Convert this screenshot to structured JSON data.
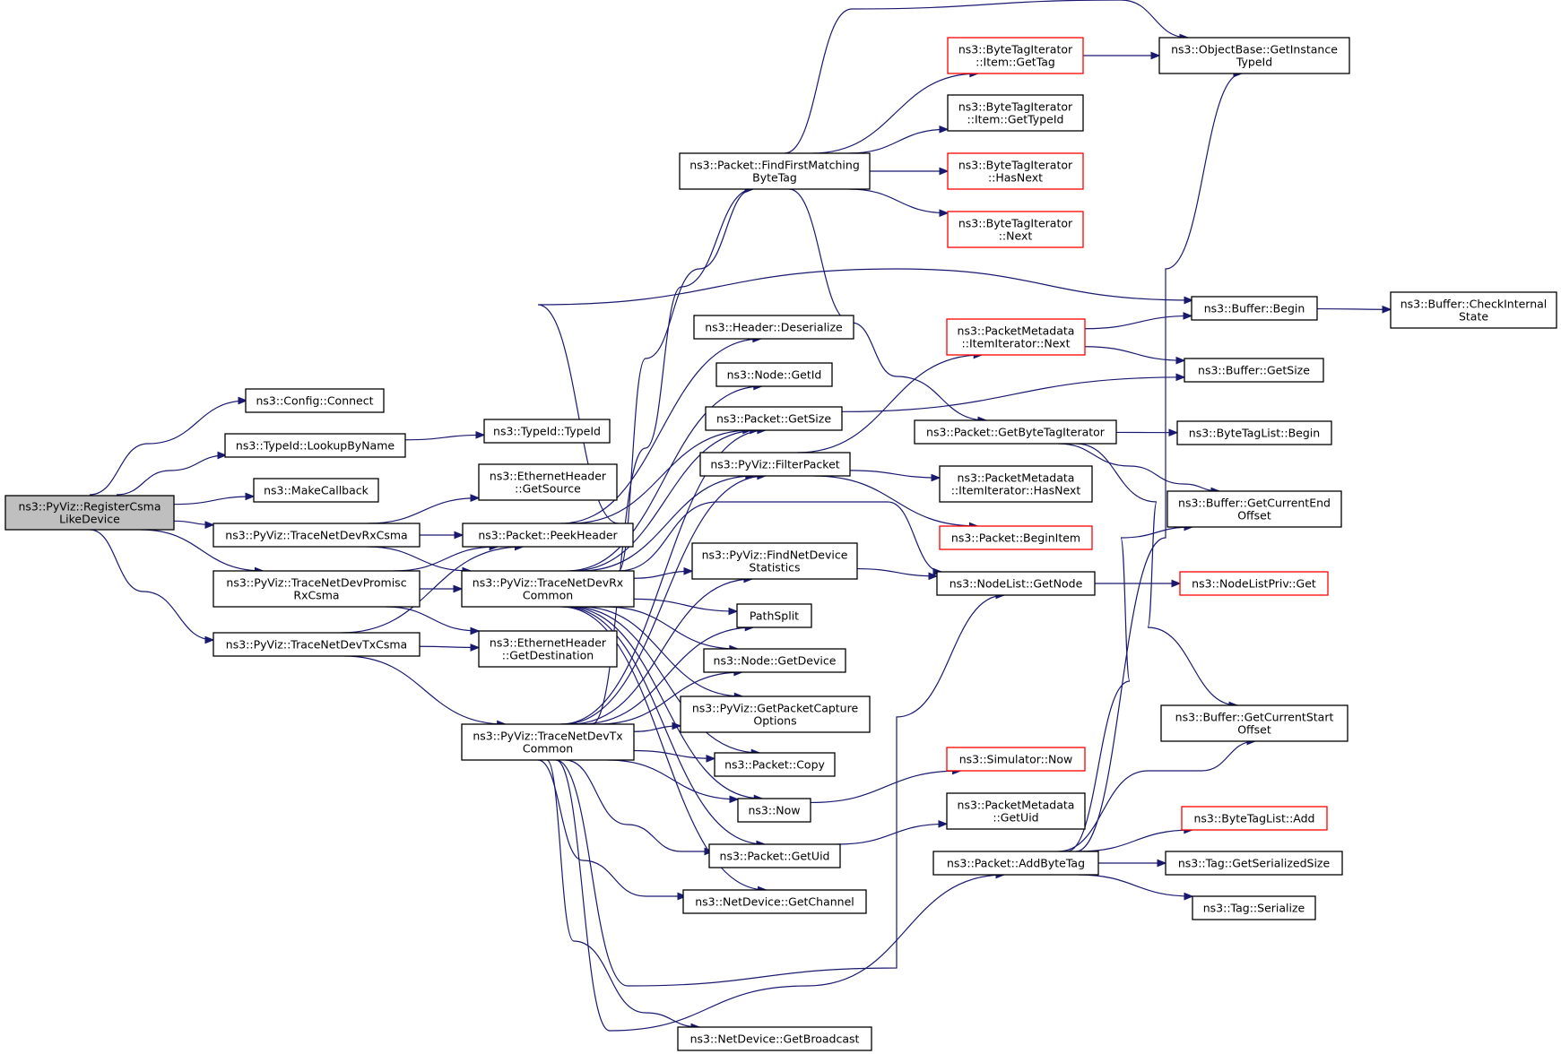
{
  "colors": {
    "edge": "#191970",
    "root_fill": "#bfbfbf",
    "normal_border": "#000000",
    "red_border": "#ff0000",
    "fill": "#ffffff"
  },
  "nodes": {
    "root": {
      "lines": [
        "ns3::PyViz::RegisterCsma",
        "LikeDevice"
      ],
      "style": "root"
    },
    "connect": {
      "lines": [
        "ns3::Config::Connect"
      ],
      "style": "normal"
    },
    "lookup": {
      "lines": [
        "ns3::TypeId::LookupByName"
      ],
      "style": "normal"
    },
    "makecb": {
      "lines": [
        "ns3::MakeCallback"
      ],
      "style": "normal"
    },
    "rxcsma": {
      "lines": [
        "ns3::PyViz::TraceNetDevRxCsma"
      ],
      "style": "normal"
    },
    "promisc": {
      "lines": [
        "ns3::PyViz::TraceNetDevPromisc",
        "RxCsma"
      ],
      "style": "normal"
    },
    "txcsma": {
      "lines": [
        "ns3::PyViz::TraceNetDevTxCsma"
      ],
      "style": "normal"
    },
    "typeid": {
      "lines": [
        "ns3::TypeId::TypeId"
      ],
      "style": "normal"
    },
    "ethsrc": {
      "lines": [
        "ns3::EthernetHeader",
        "::GetSource"
      ],
      "style": "normal"
    },
    "peek": {
      "lines": [
        "ns3::Packet::PeekHeader"
      ],
      "style": "normal"
    },
    "rxcommon": {
      "lines": [
        "ns3::PyViz::TraceNetDevRx",
        "Common"
      ],
      "style": "normal"
    },
    "ethdst": {
      "lines": [
        "ns3::EthernetHeader",
        "::GetDestination"
      ],
      "style": "normal"
    },
    "txcommon": {
      "lines": [
        "ns3::PyViz::TraceNetDevTx",
        "Common"
      ],
      "style": "normal"
    },
    "findfirst": {
      "lines": [
        "ns3::Packet::FindFirstMatching",
        "ByteTag"
      ],
      "style": "normal"
    },
    "deser": {
      "lines": [
        "ns3::Header::Deserialize"
      ],
      "style": "normal"
    },
    "nodegetid": {
      "lines": [
        "ns3::Node::GetId"
      ],
      "style": "normal"
    },
    "pktsize": {
      "lines": [
        "ns3::Packet::GetSize"
      ],
      "style": "normal"
    },
    "filter": {
      "lines": [
        "ns3::PyViz::FilterPacket"
      ],
      "style": "normal"
    },
    "findstats": {
      "lines": [
        "ns3::PyViz::FindNetDevice",
        "Statistics"
      ],
      "style": "normal"
    },
    "pathsplit": {
      "lines": [
        "PathSplit"
      ],
      "style": "normal"
    },
    "getdevice": {
      "lines": [
        "ns3::Node::GetDevice"
      ],
      "style": "normal"
    },
    "capture": {
      "lines": [
        "ns3::PyViz::GetPacketCapture",
        "Options"
      ],
      "style": "normal"
    },
    "copy": {
      "lines": [
        "ns3::Packet::Copy"
      ],
      "style": "normal"
    },
    "now": {
      "lines": [
        "ns3::Now"
      ],
      "style": "normal"
    },
    "getuid": {
      "lines": [
        "ns3::Packet::GetUid"
      ],
      "style": "normal"
    },
    "getchannel": {
      "lines": [
        "ns3::NetDevice::GetChannel"
      ],
      "style": "normal"
    },
    "getbcast": {
      "lines": [
        "ns3::NetDevice::GetBroadcast"
      ],
      "style": "normal"
    },
    "itemtag": {
      "lines": [
        "ns3::ByteTagIterator",
        "::Item::GetTag"
      ],
      "style": "red"
    },
    "itemtypeid": {
      "lines": [
        "ns3::ByteTagIterator",
        "::Item::GetTypeId"
      ],
      "style": "normal"
    },
    "hasnext": {
      "lines": [
        "ns3::ByteTagIterator",
        "::HasNext"
      ],
      "style": "red"
    },
    "btinext": {
      "lines": [
        "ns3::ByteTagIterator",
        "::Next"
      ],
      "style": "red"
    },
    "pmnext": {
      "lines": [
        "ns3::PacketMetadata",
        "::ItemIterator::Next"
      ],
      "style": "red"
    },
    "getbtiter": {
      "lines": [
        "ns3::Packet::GetByteTagIterator"
      ],
      "style": "normal"
    },
    "pmhasnext": {
      "lines": [
        "ns3::PacketMetadata",
        "::ItemIterator::HasNext"
      ],
      "style": "normal"
    },
    "beginitem": {
      "lines": [
        "ns3::Packet::BeginItem"
      ],
      "style": "red"
    },
    "getnode": {
      "lines": [
        "ns3::NodeList::GetNode"
      ],
      "style": "normal"
    },
    "simnow": {
      "lines": [
        "ns3::Simulator::Now"
      ],
      "style": "red"
    },
    "pmgetuid": {
      "lines": [
        "ns3::PacketMetadata",
        "::GetUid"
      ],
      "style": "normal"
    },
    "addbytetag": {
      "lines": [
        "ns3::Packet::AddByteTag"
      ],
      "style": "normal"
    },
    "objbase": {
      "lines": [
        "ns3::ObjectBase::GetInstance",
        "TypeId"
      ],
      "style": "normal"
    },
    "bufbegin": {
      "lines": [
        "ns3::Buffer::Begin"
      ],
      "style": "normal"
    },
    "bufsize": {
      "lines": [
        "ns3::Buffer::GetSize"
      ],
      "style": "normal"
    },
    "btlbegin": {
      "lines": [
        "ns3::ByteTagList::Begin"
      ],
      "style": "normal"
    },
    "bufcurend": {
      "lines": [
        "ns3::Buffer::GetCurrentEnd",
        "Offset"
      ],
      "style": "normal"
    },
    "nlpget": {
      "lines": [
        "ns3::NodeListPriv::Get"
      ],
      "style": "red"
    },
    "bufcurstart": {
      "lines": [
        "ns3::Buffer::GetCurrentStart",
        "Offset"
      ],
      "style": "normal"
    },
    "btladd": {
      "lines": [
        "ns3::ByteTagList::Add"
      ],
      "style": "red"
    },
    "tagsersize": {
      "lines": [
        "ns3::Tag::GetSerializedSize"
      ],
      "style": "normal"
    },
    "tagser": {
      "lines": [
        "ns3::Tag::Serialize"
      ],
      "style": "normal"
    },
    "bufcheck": {
      "lines": [
        "ns3::Buffer::CheckInternal",
        "State"
      ],
      "style": "normal"
    }
  },
  "edges": [
    [
      "root",
      "connect"
    ],
    [
      "root",
      "lookup"
    ],
    [
      "root",
      "makecb"
    ],
    [
      "root",
      "rxcsma"
    ],
    [
      "root",
      "promisc"
    ],
    [
      "root",
      "txcsma"
    ],
    [
      "lookup",
      "typeid"
    ],
    [
      "rxcsma",
      "ethsrc"
    ],
    [
      "rxcsma",
      "peek"
    ],
    [
      "rxcsma",
      "rxcommon"
    ],
    [
      "promisc",
      "peek"
    ],
    [
      "promisc",
      "rxcommon"
    ],
    [
      "promisc",
      "ethdst"
    ],
    [
      "txcsma",
      "peek"
    ],
    [
      "txcsma",
      "ethdst"
    ],
    [
      "txcsma",
      "txcommon"
    ],
    [
      "peek",
      "deser"
    ],
    [
      "peek",
      "pktsize"
    ],
    [
      "peek",
      "bufbegin"
    ],
    [
      "rxcommon",
      "findfirst"
    ],
    [
      "rxcommon",
      "nodegetid"
    ],
    [
      "rxcommon",
      "pktsize"
    ],
    [
      "rxcommon",
      "filter"
    ],
    [
      "rxcommon",
      "findstats"
    ],
    [
      "rxcommon",
      "pathsplit"
    ],
    [
      "rxcommon",
      "getdevice"
    ],
    [
      "rxcommon",
      "capture"
    ],
    [
      "rxcommon",
      "copy"
    ],
    [
      "rxcommon",
      "now"
    ],
    [
      "rxcommon",
      "getuid"
    ],
    [
      "rxcommon",
      "getchannel"
    ],
    [
      "rxcommon",
      "getnode"
    ],
    [
      "txcommon",
      "findfirst"
    ],
    [
      "txcommon",
      "pktsize"
    ],
    [
      "txcommon",
      "filter"
    ],
    [
      "txcommon",
      "findstats"
    ],
    [
      "txcommon",
      "pathsplit"
    ],
    [
      "txcommon",
      "getdevice"
    ],
    [
      "txcommon",
      "capture"
    ],
    [
      "txcommon",
      "copy"
    ],
    [
      "txcommon",
      "now"
    ],
    [
      "txcommon",
      "getuid"
    ],
    [
      "txcommon",
      "getchannel"
    ],
    [
      "txcommon",
      "getbcast"
    ],
    [
      "txcommon",
      "getnode"
    ],
    [
      "txcommon",
      "addbytetag"
    ],
    [
      "findfirst",
      "itemtag"
    ],
    [
      "findfirst",
      "itemtypeid"
    ],
    [
      "findfirst",
      "hasnext"
    ],
    [
      "findfirst",
      "btinext"
    ],
    [
      "findfirst",
      "objbase"
    ],
    [
      "findfirst",
      "getbtiter"
    ],
    [
      "itemtag",
      "objbase"
    ],
    [
      "filter",
      "pmnext"
    ],
    [
      "filter",
      "pmhasnext"
    ],
    [
      "filter",
      "beginitem"
    ],
    [
      "findstats",
      "getnode"
    ],
    [
      "pktsize",
      "bufsize"
    ],
    [
      "now",
      "simnow"
    ],
    [
      "getuid",
      "pmgetuid"
    ],
    [
      "pmnext",
      "bufbegin"
    ],
    [
      "pmnext",
      "bufsize"
    ],
    [
      "getbtiter",
      "btlbegin"
    ],
    [
      "getbtiter",
      "bufcurend"
    ],
    [
      "getbtiter",
      "bufcurstart"
    ],
    [
      "getnode",
      "nlpget"
    ],
    [
      "bufbegin",
      "bufcheck"
    ],
    [
      "addbytetag",
      "objbase"
    ],
    [
      "addbytetag",
      "bufcurend"
    ],
    [
      "addbytetag",
      "bufcurstart"
    ],
    [
      "addbytetag",
      "btladd"
    ],
    [
      "addbytetag",
      "tagsersize"
    ],
    [
      "addbytetag",
      "tagser"
    ]
  ]
}
